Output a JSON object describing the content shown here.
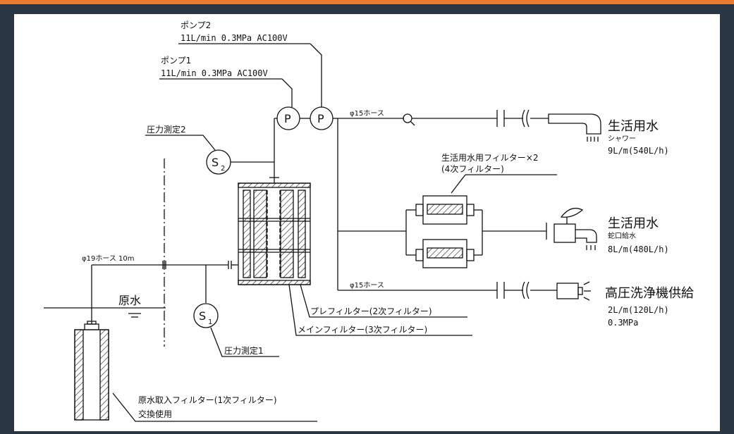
{
  "pump2": {
    "name": "ポンプ2",
    "spec": "11L/min 0.3MPa AC100V"
  },
  "pump1": {
    "name": "ポンプ1",
    "spec": "11L/min 0.3MPa AC100V"
  },
  "pump_symbol": "P",
  "pressure2": "圧力測定2",
  "pressure1": "圧力測定1",
  "s2": "S",
  "s2_sub": "2",
  "s1": "S",
  "s1_sub": "1",
  "hose15_top": "φ15ホース",
  "hose15_bottom": "φ15ホース",
  "hose19": "φ19ホース 10m",
  "raw_water": "原水",
  "filter4": {
    "title": "生活用水用フィルター×2",
    "sub": "(4次フィルター)"
  },
  "prefilter": "プレフィルター(2次フィルター)",
  "mainfilter": "メインフィルター(3次フィルター)",
  "intake": {
    "title": "原水取入フィルター(1次フィルター)",
    "sub": "交換使用"
  },
  "outlet_shower": {
    "title": "生活用水",
    "sub": "シャワー",
    "flow": "9L/m(540L/h)"
  },
  "outlet_tap": {
    "title": "生活用水",
    "sub": "蛇口給水",
    "flow": "8L/m(480L/h)"
  },
  "outlet_washer": {
    "title": "高圧洗浄機供給",
    "flow": "2L/m(120L/h)",
    "pressure": "0.3MPa"
  },
  "colors": {
    "frame": "#2b3645",
    "accent": "#ec7a2c",
    "line": "#111111"
  }
}
